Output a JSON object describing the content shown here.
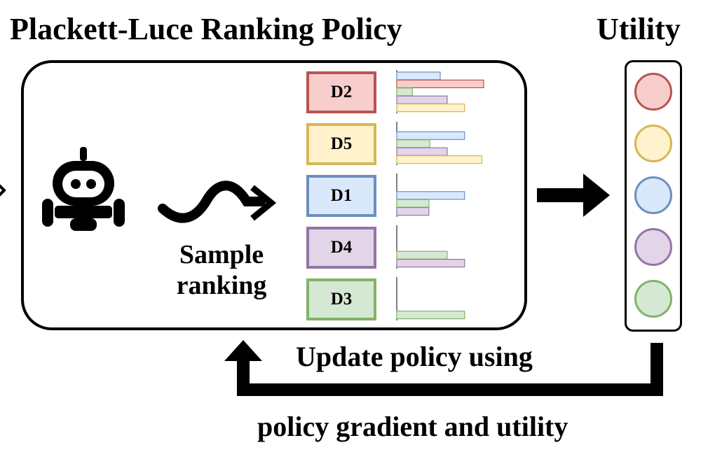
{
  "titles": {
    "policy": "Plackett-Luce Ranking Policy",
    "utility": "Utility"
  },
  "caption": {
    "line1": "Sample",
    "line2": "ranking"
  },
  "feedback": {
    "line1": "Update policy using",
    "line2": "policy gradient and utility"
  },
  "colors": {
    "red": {
      "fill": "#f8cecc",
      "stroke": "#b85450"
    },
    "yellow": {
      "fill": "#fff2cc",
      "stroke": "#d6b656"
    },
    "blue": {
      "fill": "#dae8fc",
      "stroke": "#6c8ebf"
    },
    "purple": {
      "fill": "#e1d5e7",
      "stroke": "#9673a6"
    },
    "green": {
      "fill": "#d5e8d4",
      "stroke": "#82b366"
    }
  },
  "documents": [
    {
      "label": "D2",
      "color": "red",
      "bars": [
        {
          "color": "blue",
          "value": 0.5
        },
        {
          "color": "red",
          "value": 1.0
        },
        {
          "color": "green",
          "value": 0.18
        },
        {
          "color": "purple",
          "value": 0.58
        },
        {
          "color": "yellow",
          "value": 0.78
        }
      ]
    },
    {
      "label": "D5",
      "color": "yellow",
      "bars": [
        {
          "color": "blue",
          "value": 0.78
        },
        {
          "color": "green",
          "value": 0.38
        },
        {
          "color": "purple",
          "value": 0.58
        },
        {
          "color": "yellow",
          "value": 0.98
        }
      ]
    },
    {
      "label": "D1",
      "color": "blue",
      "bars": [
        {
          "color": "blue",
          "value": 0.78
        },
        {
          "color": "green",
          "value": 0.37
        },
        {
          "color": "purple",
          "value": 0.37
        }
      ]
    },
    {
      "label": "D4",
      "color": "purple",
      "bars": [
        {
          "color": "green",
          "value": 0.58
        },
        {
          "color": "purple",
          "value": 0.78
        }
      ]
    },
    {
      "label": "D3",
      "color": "green",
      "bars": [
        {
          "color": "green",
          "value": 0.78
        }
      ]
    }
  ],
  "utility": [
    "red",
    "yellow",
    "blue",
    "purple",
    "green"
  ],
  "icons": {
    "agent": "robot-icon",
    "sample": "squiggle-arrow-icon",
    "output": "right-arrow-icon",
    "feedback": "feedback-arrow-icon"
  }
}
